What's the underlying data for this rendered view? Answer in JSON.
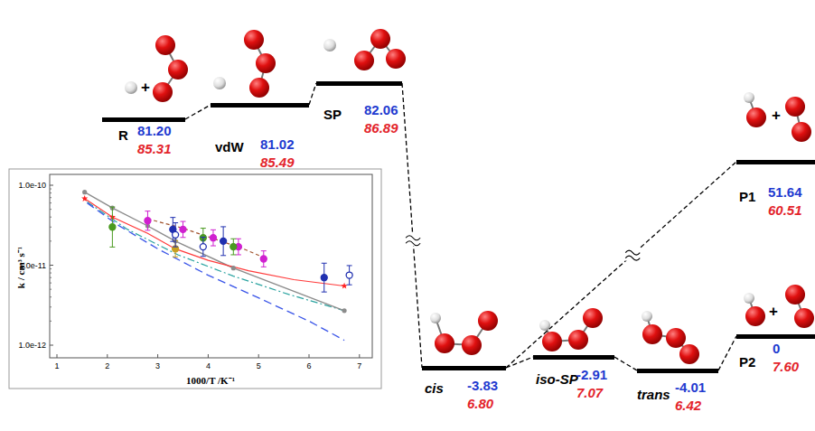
{
  "diagram": {
    "nodes": [
      {
        "text": [
          "R",
          "81.20",
          "85.31"
        ]
      },
      {
        "text": [
          "vdW",
          "81.02",
          "85.49"
        ]
      },
      {
        "text": [
          "SP",
          "82.06",
          "86.89"
        ]
      },
      {
        "text": [
          "cis",
          "-3.83",
          "6.80"
        ]
      },
      {
        "text": [
          "iso-SP",
          "-2.91",
          "7.07"
        ]
      },
      {
        "text": [
          "trans",
          "-4.01",
          "6.42"
        ]
      },
      {
        "text": [
          "P1",
          "51.64",
          "60.51"
        ]
      },
      {
        "text": [
          "P2",
          "0",
          "7.60"
        ]
      }
    ],
    "edges": [
      {
        "from": 0,
        "to": 1,
        "arrow": "none"
      },
      {
        "from": 1,
        "to": 2,
        "arrow": "none"
      },
      {
        "from": 2,
        "to": 3,
        "arrow": "none"
      },
      {
        "from": 3,
        "to": 4,
        "arrow": "none"
      },
      {
        "from": 4,
        "to": 5,
        "arrow": "none"
      },
      {
        "from": 5,
        "to": 7,
        "arrow": "none"
      },
      {
        "from": 3,
        "to": 6,
        "arrow": "none"
      }
    ],
    "labels": [
      "+",
      "+",
      "+",
      "1.0e-10",
      "1.0e-11",
      "1.0e-12",
      "1",
      "2",
      "3",
      "4",
      "5",
      "6",
      "7",
      "k / cm³ s⁻¹",
      "1000/T /K⁻¹"
    ]
  }
}
